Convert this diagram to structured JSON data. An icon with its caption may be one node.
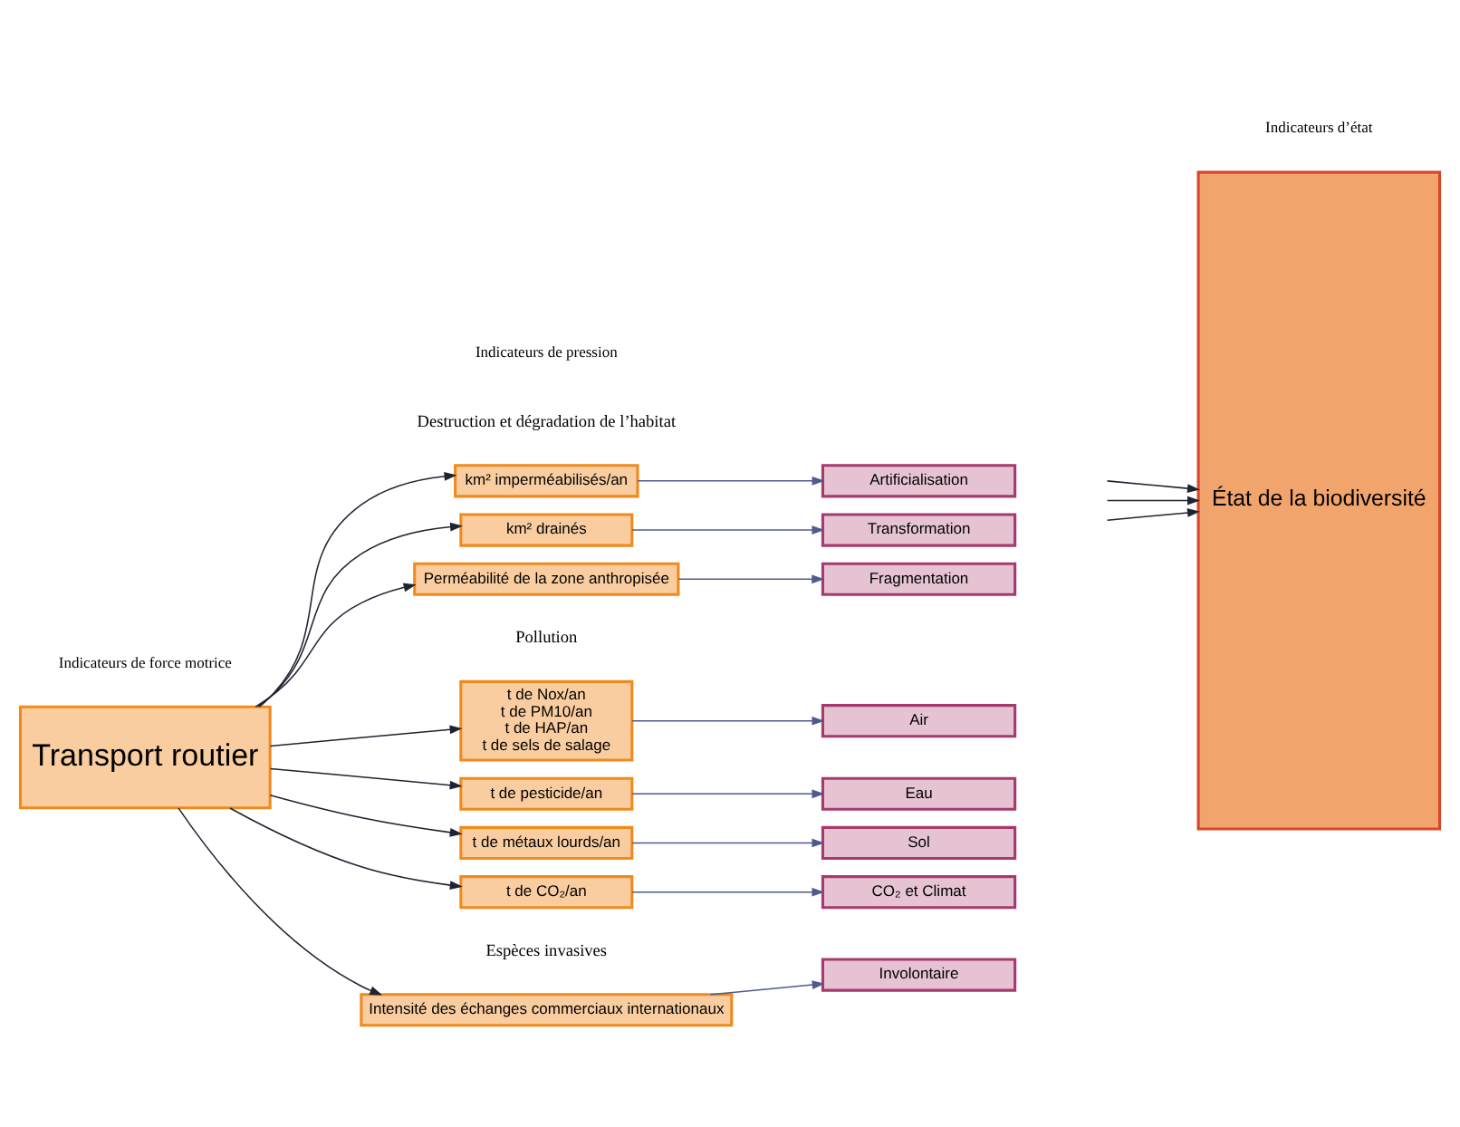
{
  "diagram": {
    "nodes": [
      {
        "text": [
          "Transport routier"
        ]
      },
      {
        "text": [
          "km² imperméabilisés/an"
        ]
      },
      {
        "text": [
          "km² drainés"
        ]
      },
      {
        "text": [
          "Perméabilité de la zone anthropisée"
        ]
      },
      {
        "text": [
          "t de Nox/an",
          "t de PM10/an",
          "t de HAP/an",
          "t de sels de salage"
        ]
      },
      {
        "text": [
          "t de pesticide/an"
        ]
      },
      {
        "text": [
          "t de métaux lourds/an"
        ]
      },
      {
        "text": [
          "t de CO₂/an"
        ]
      },
      {
        "text": [
          "Intensité des échanges commerciaux internationaux"
        ]
      },
      {
        "text": [
          "Artificialisation"
        ]
      },
      {
        "text": [
          "Transformation"
        ]
      },
      {
        "text": [
          "Fragmentation"
        ]
      },
      {
        "text": [
          "Air"
        ]
      },
      {
        "text": [
          "Eau"
        ]
      },
      {
        "text": [
          "Sol"
        ]
      },
      {
        "text": [
          "CO₂ et Climat"
        ]
      },
      {
        "text": [
          "Involontaire"
        ]
      },
      {
        "text": [
          "État de la biodiversité"
        ]
      }
    ],
    "edges": [
      {
        "from": 0,
        "to": 1,
        "arrow": "to"
      },
      {
        "from": 0,
        "to": 2,
        "arrow": "to"
      },
      {
        "from": 0,
        "to": 3,
        "arrow": "to"
      },
      {
        "from": 0,
        "to": 4,
        "arrow": "to"
      },
      {
        "from": 0,
        "to": 5,
        "arrow": "to"
      },
      {
        "from": 0,
        "to": 6,
        "arrow": "to"
      },
      {
        "from": 0,
        "to": 7,
        "arrow": "to"
      },
      {
        "from": 0,
        "to": 8,
        "arrow": "to"
      },
      {
        "from": 1,
        "to": 9,
        "arrow": "to",
        "color": "#4f5b8c"
      },
      {
        "from": 2,
        "to": 10,
        "arrow": "to",
        "color": "#4f5b8c"
      },
      {
        "from": 3,
        "to": 11,
        "arrow": "to",
        "color": "#4f5b8c"
      },
      {
        "from": 4,
        "to": 12,
        "arrow": "to",
        "color": "#4f5b8c"
      },
      {
        "from": 5,
        "to": 13,
        "arrow": "to",
        "color": "#4f5b8c"
      },
      {
        "from": 6,
        "to": 14,
        "arrow": "to",
        "color": "#4f5b8c"
      },
      {
        "from": 7,
        "to": 15,
        "arrow": "to",
        "color": "#4f5b8c"
      },
      {
        "from": 8,
        "to": 16,
        "arrow": "to",
        "color": "#4f5b8c"
      },
      {
        "from": null,
        "to": 17,
        "arrow": "to"
      },
      {
        "from": null,
        "to": 17,
        "arrow": "to"
      },
      {
        "from": null,
        "to": 17,
        "arrow": "to"
      }
    ],
    "labels": [
      "Indicateurs de force motrice",
      "Indicateurs de pression",
      "Indicateurs d’état",
      "Destruction et dégradation de l’habitat",
      "Pollution",
      "Espèces invasives"
    ]
  }
}
